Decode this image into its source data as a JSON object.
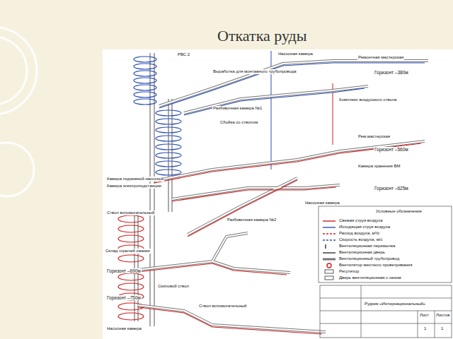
{
  "diagram": {
    "title": "Откатка руды",
    "labels": [
      "Горизонт –380м",
      "Горизонт –560м",
      "Горизонт –625м",
      "Горизонт –690м",
      "Горизонт –750м",
      "РВС 2",
      "Выработка для монтажного трубопровода",
      "Насосная камера",
      "Ремонтная мастерская",
      "Комплекс воздушного ствола",
      "Разбивочная камера №1",
      "Сбойка со стволом",
      "Рем.мастерская",
      "Камера хранения ВМ",
      "Камера подземной насосной",
      "Камера электроподстанции",
      "Ствол вспомогательный",
      "Склад горючей смазки",
      "Разбивочная камера №2",
      "Ствол вспомогательный",
      "Скиповой ствол",
      "Насосная камера",
      "Насосная камера",
      "Условные обозначения",
      "Рудник «Интернациональный»",
      "Лист",
      "Листов",
      "1",
      "1"
    ],
    "legend": [
      {
        "text": "Свежая струя воздуха"
      },
      {
        "text": "Исходящая струя воздуха"
      },
      {
        "text": "Расход воздуха, м³/с"
      },
      {
        "text": "Скорость воздуха, м/с"
      },
      {
        "text": "Вентиляционная перемычка"
      },
      {
        "text": "Вентиляционная дверь"
      },
      {
        "text": "Вентиляционный трубопровод"
      },
      {
        "text": "Вентилятор местного проветривания"
      },
      {
        "text": "Регулятор"
      },
      {
        "text": "Дверь вентиляционная с окном"
      }
    ]
  }
}
